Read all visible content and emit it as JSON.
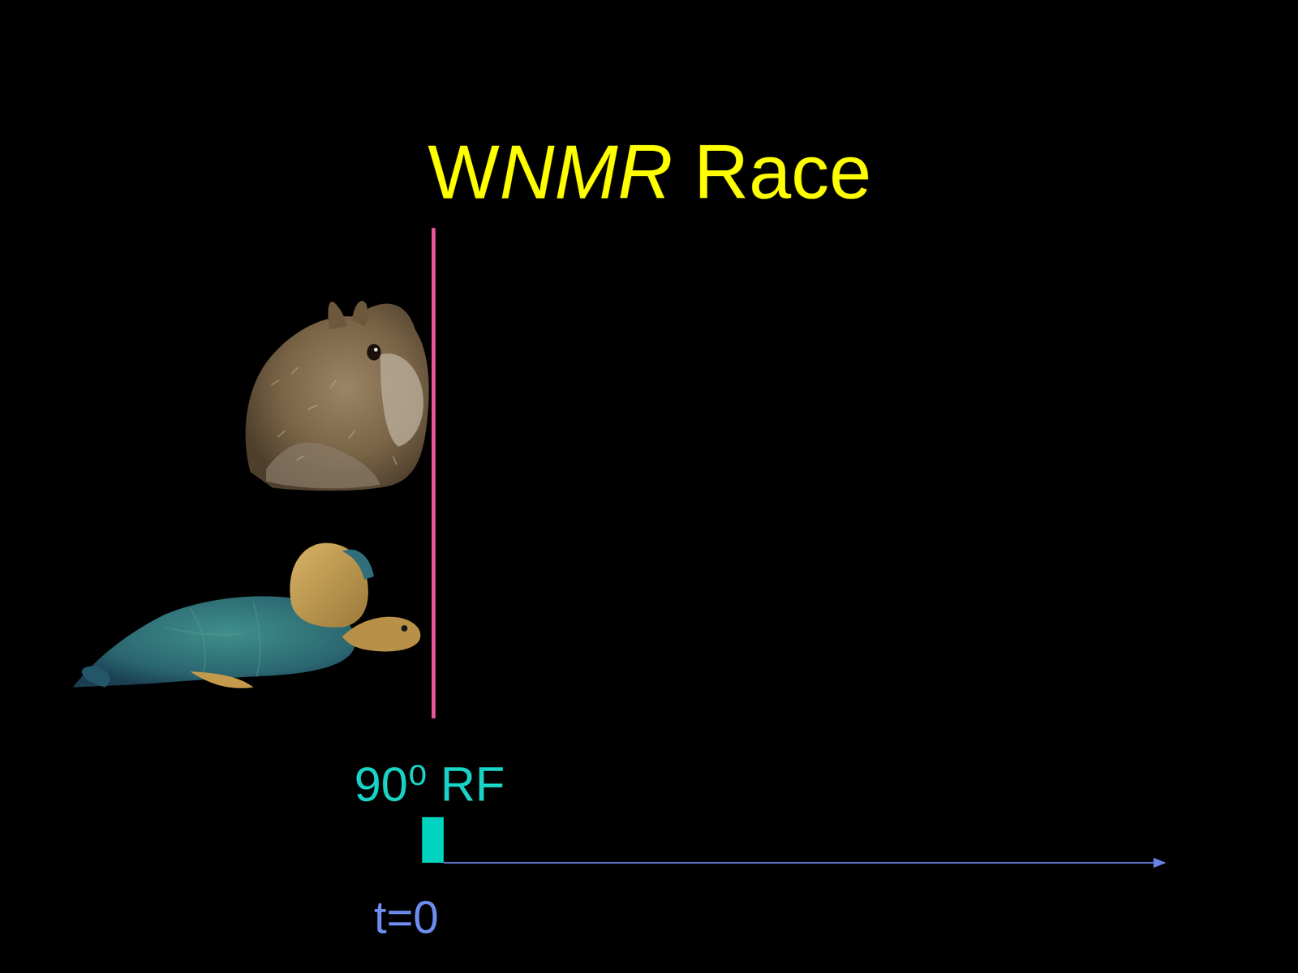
{
  "diagram": {
    "title": "WNMR Race",
    "labels": [
      "90⁰ RF",
      "t=0"
    ]
  }
}
